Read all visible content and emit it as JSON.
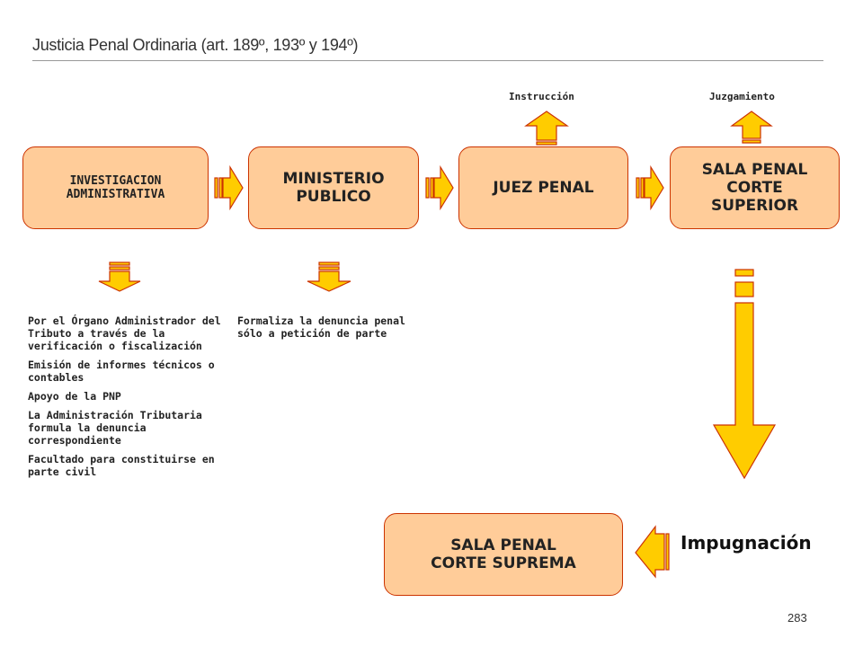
{
  "header": {
    "title": "Justicia Penal Ordinaria (art. 189º, 193º y 194º)"
  },
  "boxes": {
    "investigacion": "INVESTIGACION\nADMINISTRATIVA",
    "ministerio": "MINISTERIO\nPUBLICO",
    "juez": "JUEZ PENAL",
    "sala_superior": "SALA PENAL\nCORTE\nSUPERIOR",
    "sala_suprema": "SALA PENAL\nCORTE SUPREMA"
  },
  "labels": {
    "instruccion": "Instrucción",
    "juzgamiento": "Juzgamiento",
    "impugnacion": "Impugnación"
  },
  "notes": {
    "investigacion": [
      "Por el Órgano Administrador del Tributo a través de la verificación o fiscalización",
      "Emisión de informes técnicos o contables",
      "Apoyo de la PNP",
      "La Administración Tributaria formula la denuncia correspondiente",
      "Facultado para constituirse en parte civil"
    ],
    "ministerio": [
      "Formaliza la denuncia penal sólo a petición de parte"
    ]
  },
  "footer": {
    "page_number": "283"
  },
  "colors": {
    "box_fill": "#ffcc99",
    "box_border": "#cc3300",
    "arrow_fill": "#ffcc00",
    "arrow_stroke": "#cc3300"
  }
}
